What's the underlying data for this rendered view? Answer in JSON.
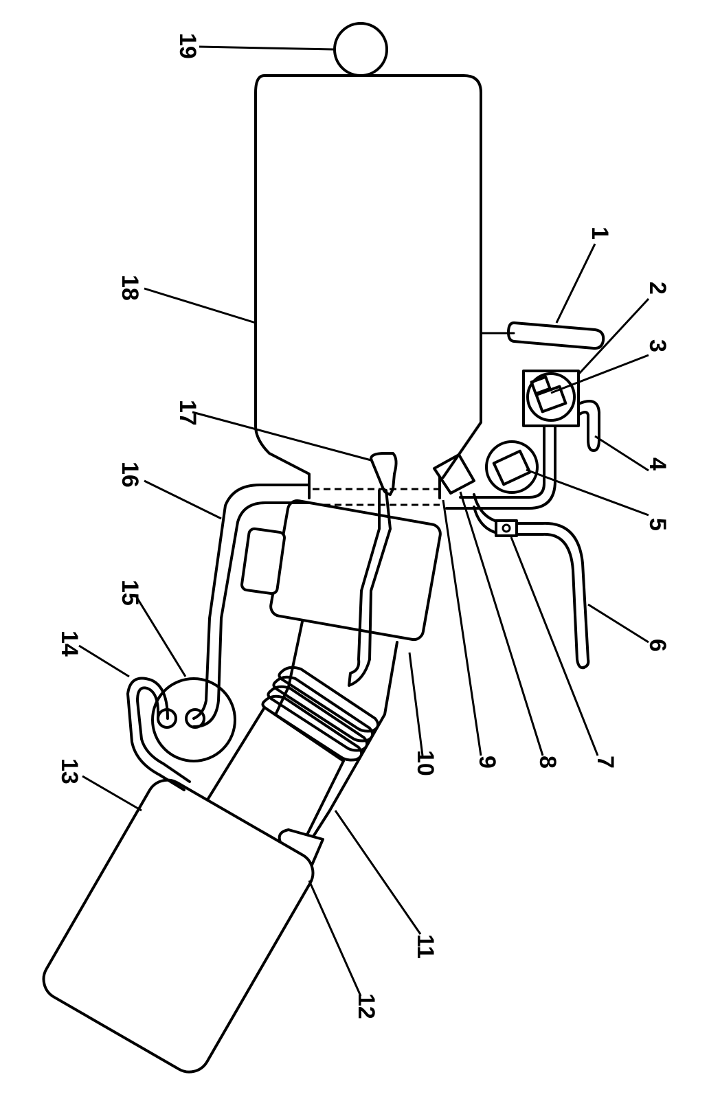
{
  "callouts": [
    {
      "id": "1",
      "text": "1"
    },
    {
      "id": "2",
      "text": "2"
    },
    {
      "id": "3",
      "text": "3"
    },
    {
      "id": "4",
      "text": "4"
    },
    {
      "id": "5",
      "text": "5"
    },
    {
      "id": "6",
      "text": "6"
    },
    {
      "id": "7",
      "text": "7"
    },
    {
      "id": "8",
      "text": "8"
    },
    {
      "id": "9",
      "text": "9"
    },
    {
      "id": "10",
      "text": "10"
    },
    {
      "id": "11",
      "text": "11"
    },
    {
      "id": "12",
      "text": "12"
    },
    {
      "id": "13",
      "text": "13"
    },
    {
      "id": "14",
      "text": "14"
    },
    {
      "id": "15",
      "text": "15"
    },
    {
      "id": "16",
      "text": "16"
    },
    {
      "id": "17",
      "text": "17"
    },
    {
      "id": "18",
      "text": "18"
    },
    {
      "id": "19",
      "text": "19"
    }
  ],
  "style": {
    "line_color": "#000000",
    "background": "#ffffff"
  }
}
